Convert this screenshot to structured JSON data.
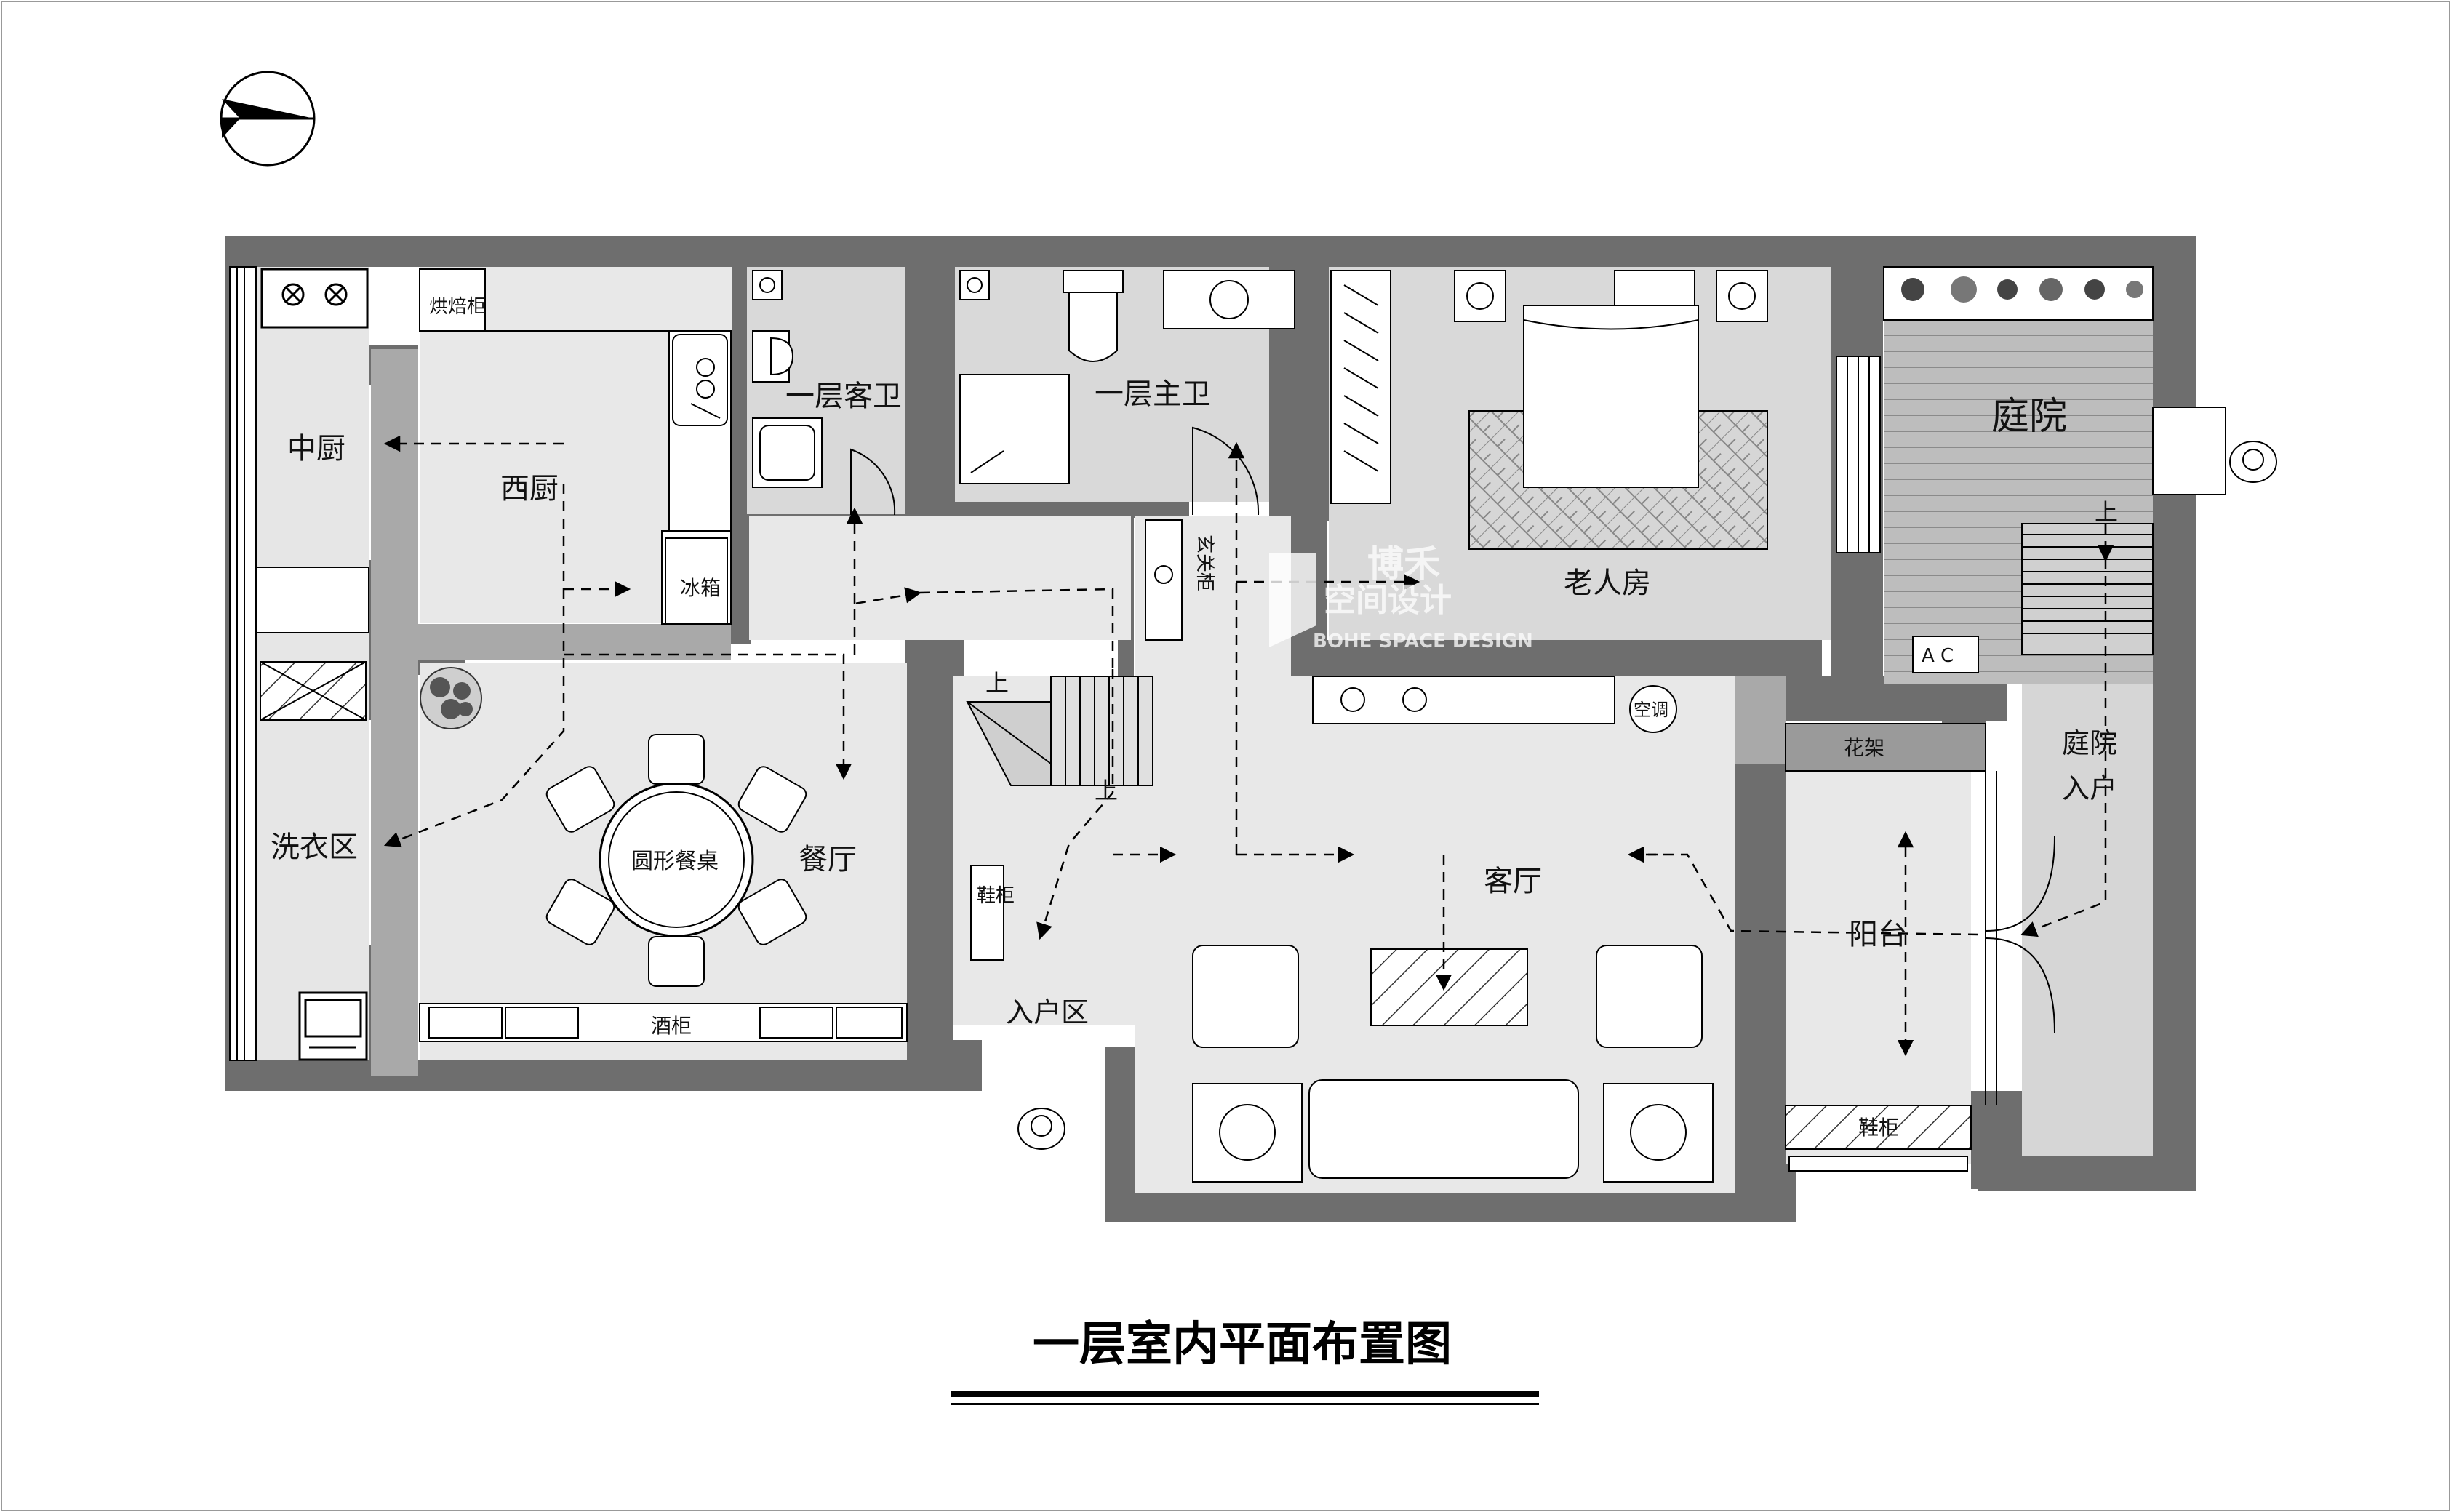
{
  "title": "一层室内平面布置图",
  "watermark": {
    "line1": "博禾",
    "line2": "空间设计",
    "line3": "BOHE SPACE DESIGN"
  },
  "rooms": {
    "middle_kitchen": "中厨",
    "western_kitchen": "西厨",
    "laundry": "洗衣区",
    "dining": "餐厅",
    "guest_bath": "一层客卫",
    "master_bath": "一层主卫",
    "elder_room": "老人房",
    "living": "客厅",
    "entry_area": "入户区",
    "courtyard": "庭院",
    "courtyard_entry_1": "庭院",
    "courtyard_entry_2": "入户",
    "balcony": "阳台"
  },
  "furniture": {
    "oven_cabinet": "烘焙柜",
    "fridge": "冰箱",
    "round_table": "圆形餐桌",
    "wine_cabinet": "酒柜",
    "foyer_cabinet": "玄关柜",
    "shoe_cabinet_left": "鞋柜",
    "shoe_cabinet_right": "鞋柜",
    "aircon": "空调",
    "planter": "花架",
    "ac_label": "A C"
  },
  "stairs": {
    "up_1": "上",
    "up_2": "上",
    "up_3": "上"
  }
}
